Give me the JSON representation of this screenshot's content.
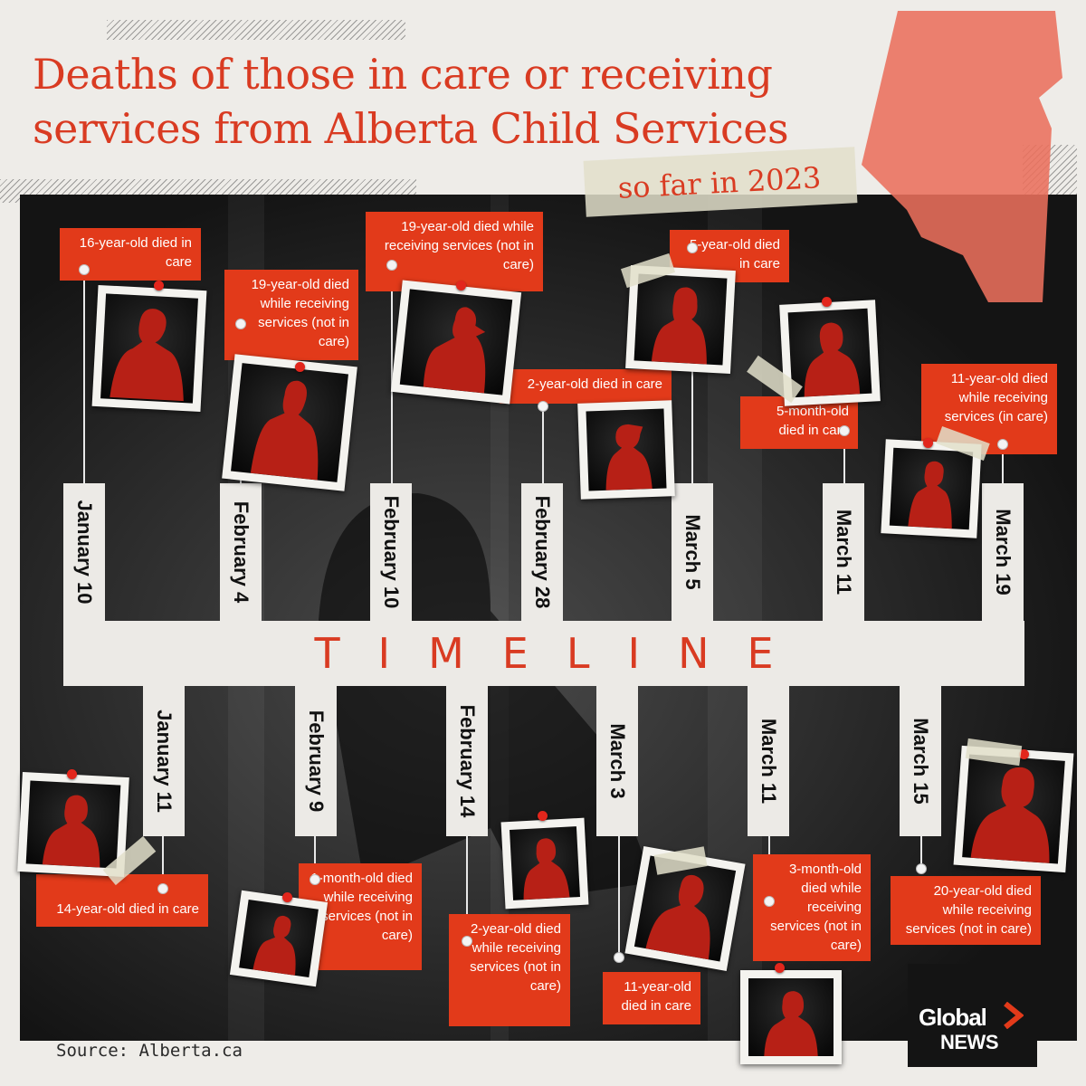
{
  "title": "Deaths of those in care or receiving services from Alberta Child Services",
  "subtitle": "so far in 2023",
  "timeline_label": "TIMELINE",
  "source": "Source: Alberta.ca",
  "logo": {
    "line1": "Global",
    "line2": "NEWS",
    "accent_color": "#e23a1a"
  },
  "colors": {
    "accent": "#d93b22",
    "note_red": "#e23a1a",
    "background": "#eeece8",
    "dark": "#141414"
  },
  "icons": [
    "person-silhouette-icon",
    "push-pin-icon",
    "alberta-map-icon"
  ],
  "events_above": [
    {
      "date": "January 10",
      "note": "16-year-old died in care"
    },
    {
      "date": "February 4",
      "note": "19-year-old died while receiving services (not in care)"
    },
    {
      "date": "February 10",
      "note": "19-year-old died while receiving services (not in care)"
    },
    {
      "date": "February 28",
      "note": "2-year-old died in care"
    },
    {
      "date": "March 5",
      "note": "5-year-old died in care"
    },
    {
      "date": "March 11",
      "note": "5-month-old died in care"
    },
    {
      "date": "March 19",
      "note": "11-year-old died while receiving services (in care)"
    }
  ],
  "events_below": [
    {
      "date": "January 11",
      "note": "14-year-old died in care"
    },
    {
      "date": "February 9",
      "note": "1-month-old died while receiving services (not in care)"
    },
    {
      "date": "February 14",
      "note": "2-year-old died while receiving services (not in care)"
    },
    {
      "date": "March 3",
      "note": "11-year-old died in care"
    },
    {
      "date": "March 11",
      "note": "3-month-old died while receiving services (not in care)"
    },
    {
      "date": "March 15",
      "note": "20-year-old died while receiving services (not in care)"
    }
  ]
}
